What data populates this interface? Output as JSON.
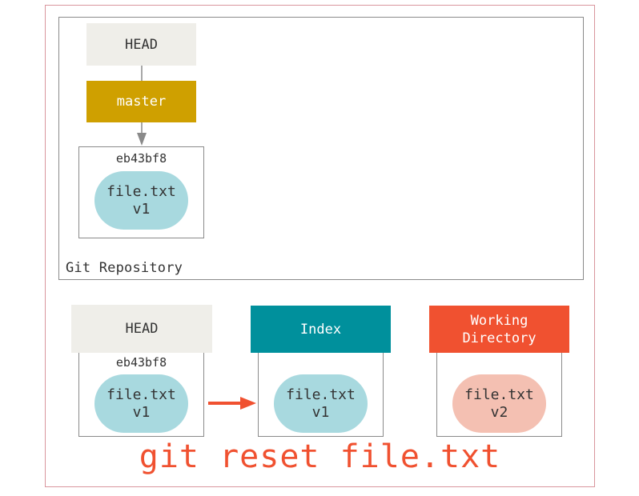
{
  "repository": {
    "label": "Git Repository",
    "head_label": "HEAD",
    "branch_label": "master",
    "commit": {
      "sha": "eb43bf8",
      "blob_name": "file.txt",
      "blob_version": "v1"
    }
  },
  "trees": {
    "head": {
      "label": "HEAD",
      "sha": "eb43bf8",
      "blob_name": "file.txt",
      "blob_version": "v1"
    },
    "index": {
      "label": "Index",
      "blob_name": "file.txt",
      "blob_version": "v1"
    },
    "working_directory": {
      "label_line1": "Working",
      "label_line2": "Directory",
      "blob_name": "file.txt",
      "blob_version": "v2"
    }
  },
  "command": "git reset file.txt",
  "colors": {
    "head_bg": "#efeee9",
    "master_bg": "#cfa000",
    "index_bg": "#00909c",
    "working_dir_bg": "#f05130",
    "blob_blue": "#a8d9df",
    "blob_pink": "#f4c0b2",
    "arrow_red": "#f05130",
    "command_text": "#f05130"
  }
}
